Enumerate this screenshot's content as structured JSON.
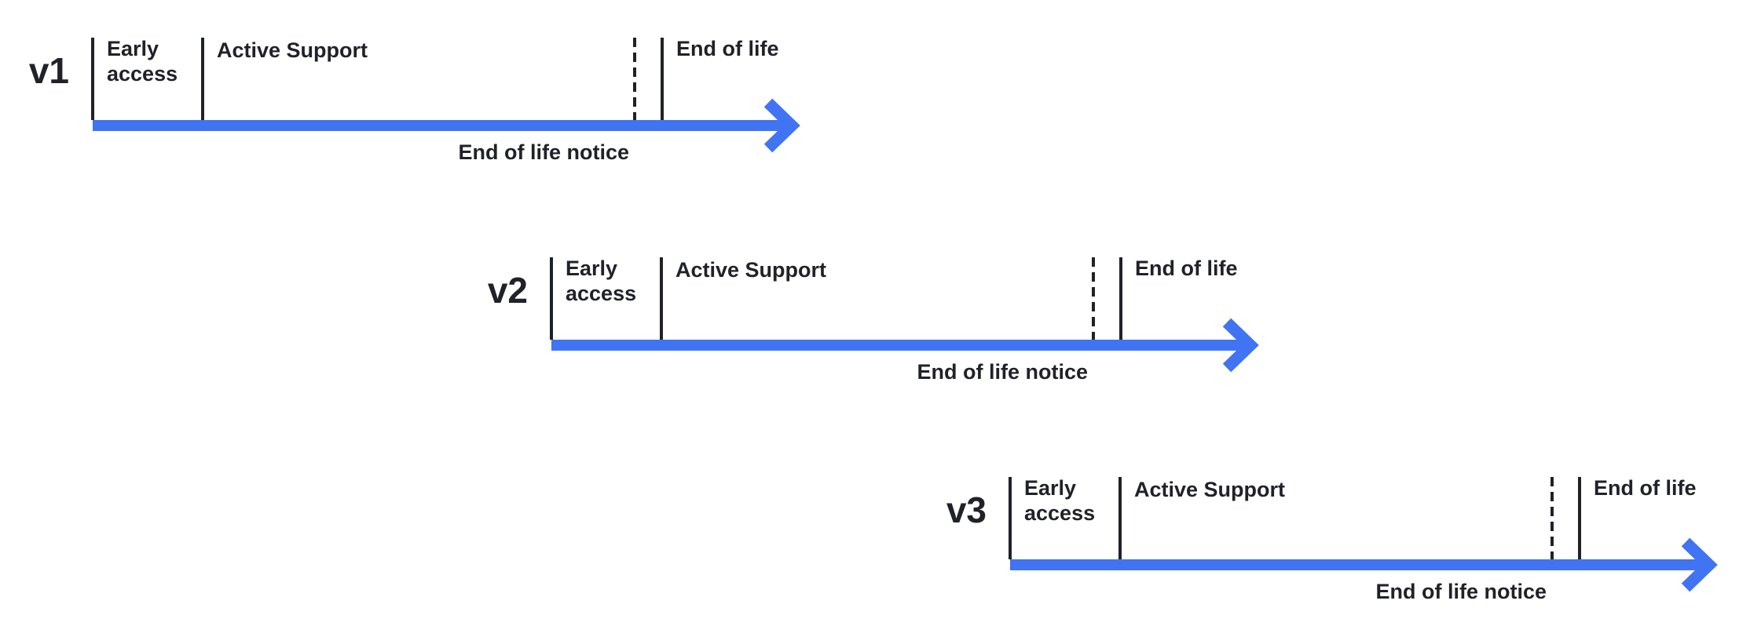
{
  "diagram": {
    "type": "release-lifecycle-timelines",
    "colors": {
      "arrow": "#4174F2",
      "line": "#1F2228",
      "text": "#1F2228"
    },
    "timelines": [
      {
        "version": "v1",
        "phases": [
          "Early access",
          "Active Support",
          "End of life"
        ],
        "notice_label": "End of life notice"
      },
      {
        "version": "v2",
        "phases": [
          "Early access",
          "Active Support",
          "End of life"
        ],
        "notice_label": "End of life notice"
      },
      {
        "version": "v3",
        "phases": [
          "Early access",
          "Active Support",
          "End of life"
        ],
        "notice_label": "End of life notice"
      }
    ]
  }
}
